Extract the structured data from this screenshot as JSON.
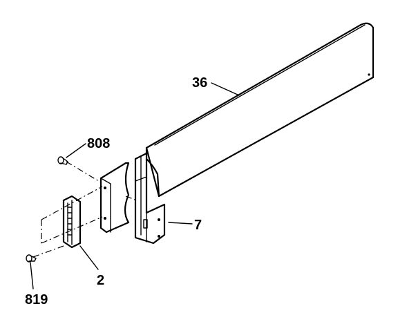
{
  "diagram": {
    "parts": [
      {
        "id": "p36",
        "label": "36"
      },
      {
        "id": "p808",
        "label": "808"
      },
      {
        "id": "p7",
        "label": "7"
      },
      {
        "id": "p2",
        "label": "2"
      },
      {
        "id": "p819",
        "label": "819"
      }
    ]
  }
}
